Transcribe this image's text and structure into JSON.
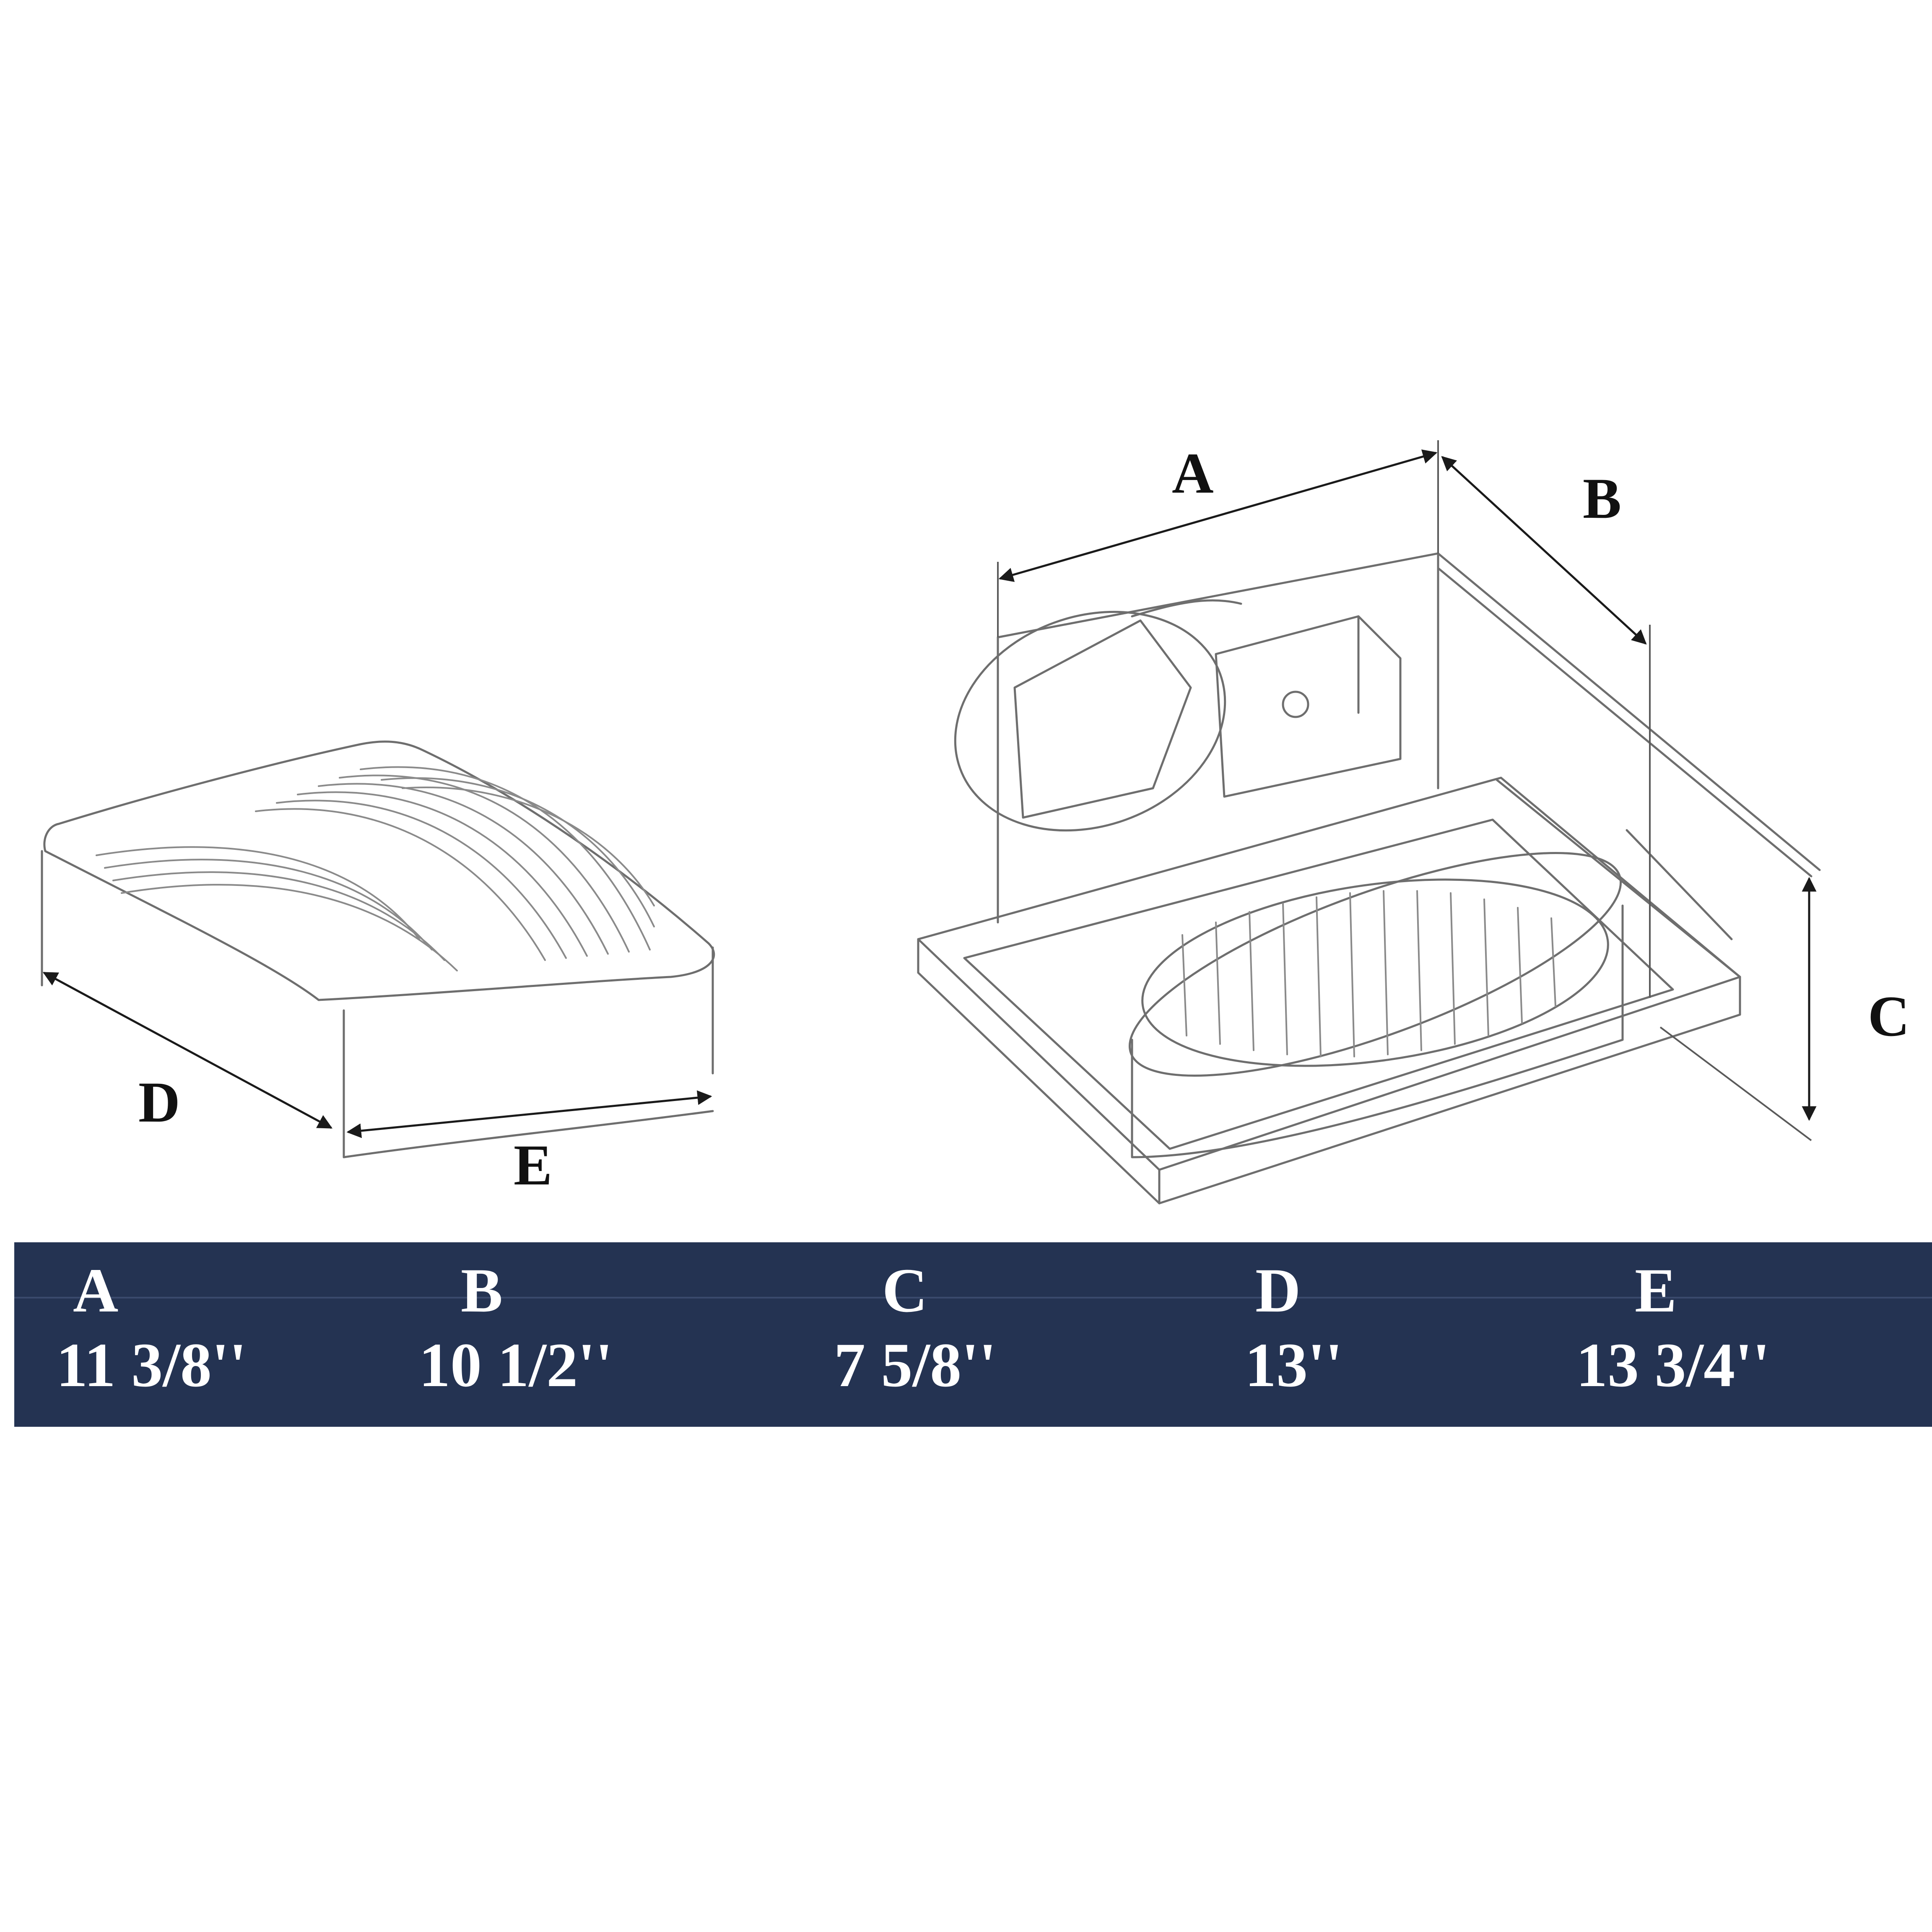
{
  "diagram": {
    "grille_labels": {
      "d": "D",
      "e": "E"
    },
    "housing_labels": {
      "a": "A",
      "b": "B",
      "c": "C"
    }
  },
  "table": {
    "headers": [
      "A",
      "B",
      "C",
      "D",
      "E"
    ],
    "values": [
      "11 3/8''",
      "10 1/2''",
      "7 5/8''",
      "13''",
      "13 3/4''"
    ]
  },
  "colors": {
    "table_background": "#243352",
    "table_text": "#ffffff",
    "line_art": "#6e6e6e"
  }
}
